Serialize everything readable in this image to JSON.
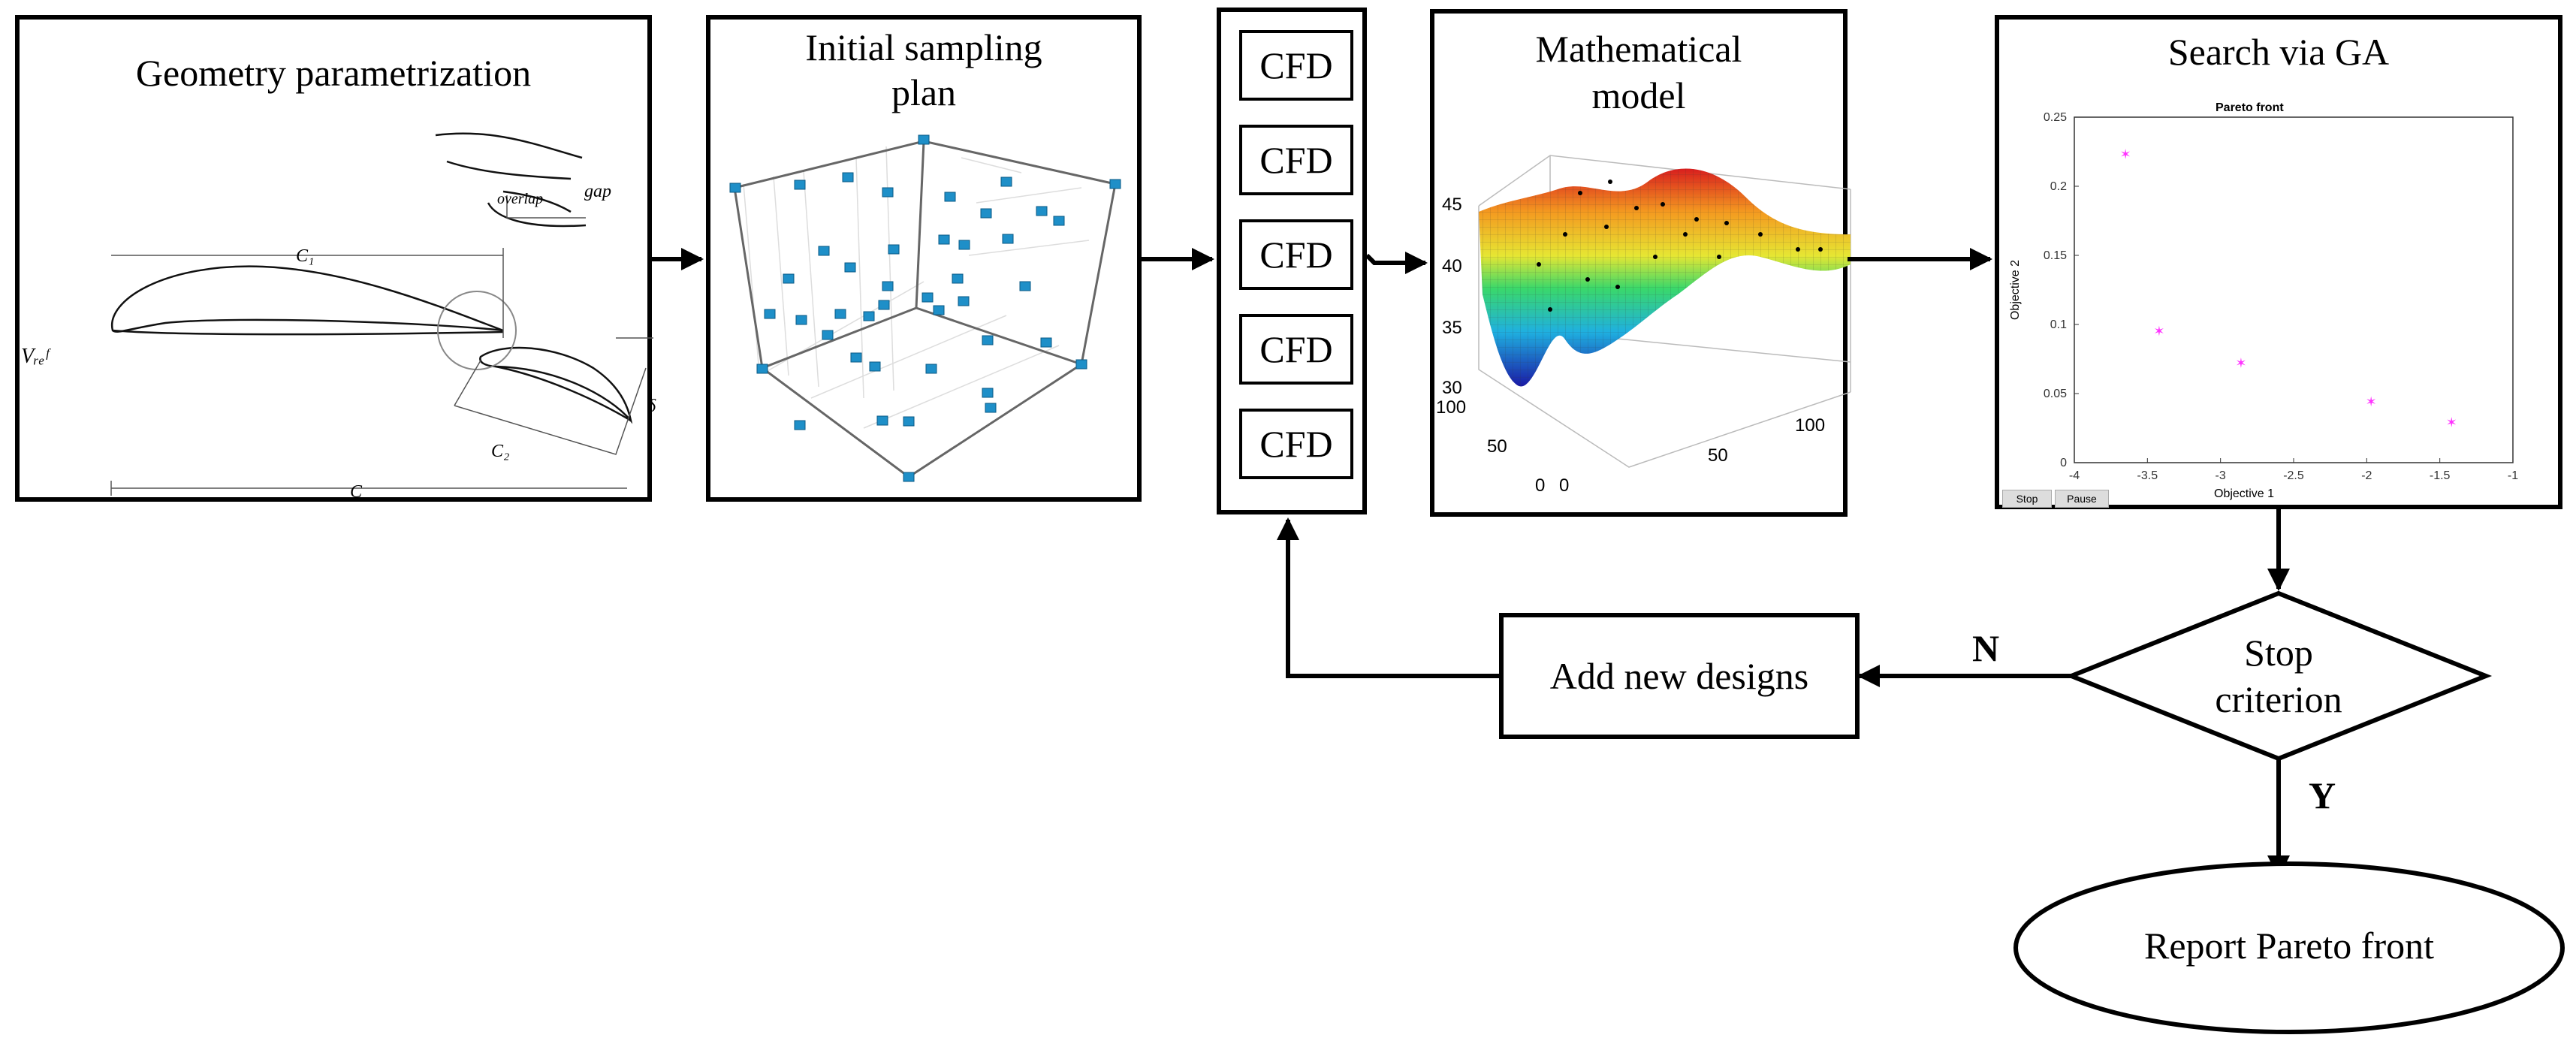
{
  "stages": {
    "geometry": {
      "title": "Geometry parametrization",
      "labels": {
        "c1": "C₁",
        "c2": "C₂",
        "c": "C",
        "vref": "Vᵣₑᶠ",
        "overlap": "overlap",
        "gap": "gap",
        "delta": "δ"
      }
    },
    "sampling": {
      "title_line1": "Initial sampling",
      "title_line2": "plan"
    },
    "cfd": {
      "items": [
        "CFD",
        "CFD",
        "CFD",
        "CFD",
        "CFD"
      ]
    },
    "model": {
      "title_line1": "Mathematical",
      "title_line2": "model",
      "z_ticks": [
        "45",
        "40",
        "35",
        "30"
      ],
      "x_ticks": [
        "100",
        "50",
        "0"
      ],
      "y_ticks": [
        "0",
        "50",
        "100"
      ]
    },
    "search": {
      "title": "Search via GA",
      "stop_button": "Stop",
      "pause_button": "Pause"
    }
  },
  "decision": {
    "line1": "Stop",
    "line2": "criterion",
    "no_label": "N",
    "yes_label": "Y"
  },
  "add_designs": {
    "label": "Add new designs"
  },
  "report": {
    "label": "Report Pareto front"
  },
  "chart_data": {
    "type": "scatter",
    "title": "Pareto front",
    "xlabel": "Objective 1",
    "ylabel": "Objective 2",
    "xlim": [
      -4,
      -1
    ],
    "ylim": [
      0,
      0.25
    ],
    "xticks": [
      "-4",
      "-3.5",
      "-3",
      "-2.5",
      "-2",
      "-1.5",
      "-1"
    ],
    "yticks": [
      "0",
      "0.05",
      "0.1",
      "0.15",
      "0.2",
      "0.25"
    ],
    "grid": false,
    "marker_color": "#ff33ff",
    "x": [
      -3.65,
      -3.42,
      -2.86,
      -1.97,
      -1.42
    ],
    "y": [
      0.223,
      0.095,
      0.072,
      0.044,
      0.029
    ]
  }
}
